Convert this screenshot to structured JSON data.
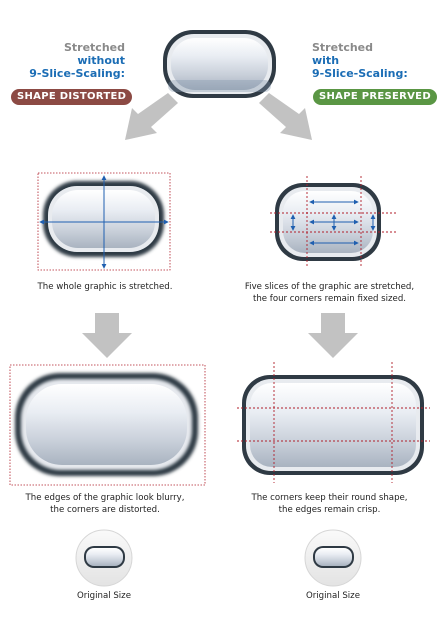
{
  "left_header": {
    "line1": "Stretched",
    "line2": "without",
    "line3": "9-Slice-Scaling:",
    "badge": "SHAPE DISTORTED",
    "badge_color": "#8c4a44"
  },
  "right_header": {
    "line1": "Stretched",
    "line2": "with",
    "line3": "9-Slice-Scaling:",
    "badge": "SHAPE PRESERVED",
    "badge_color": "#5a9644"
  },
  "captions": {
    "left_mid": [
      "The whole graphic is stretched."
    ],
    "right_mid": [
      "Five slices of the graphic are stretched,",
      "the four corners remain fixed sized."
    ],
    "left_bottom": [
      "The edges of the graphic look blurry,",
      "the corners are distorted."
    ],
    "right_bottom": [
      "The corners keep their round shape,",
      "the edges remain crisp."
    ],
    "original_left": "Original Size",
    "original_right": "Original Size"
  },
  "colors": {
    "guide_blue": "#1f5fb0",
    "guide_red": "#b01e2a",
    "arrow_gray": "#c2c2c2",
    "button_border": "#3d4a56"
  }
}
